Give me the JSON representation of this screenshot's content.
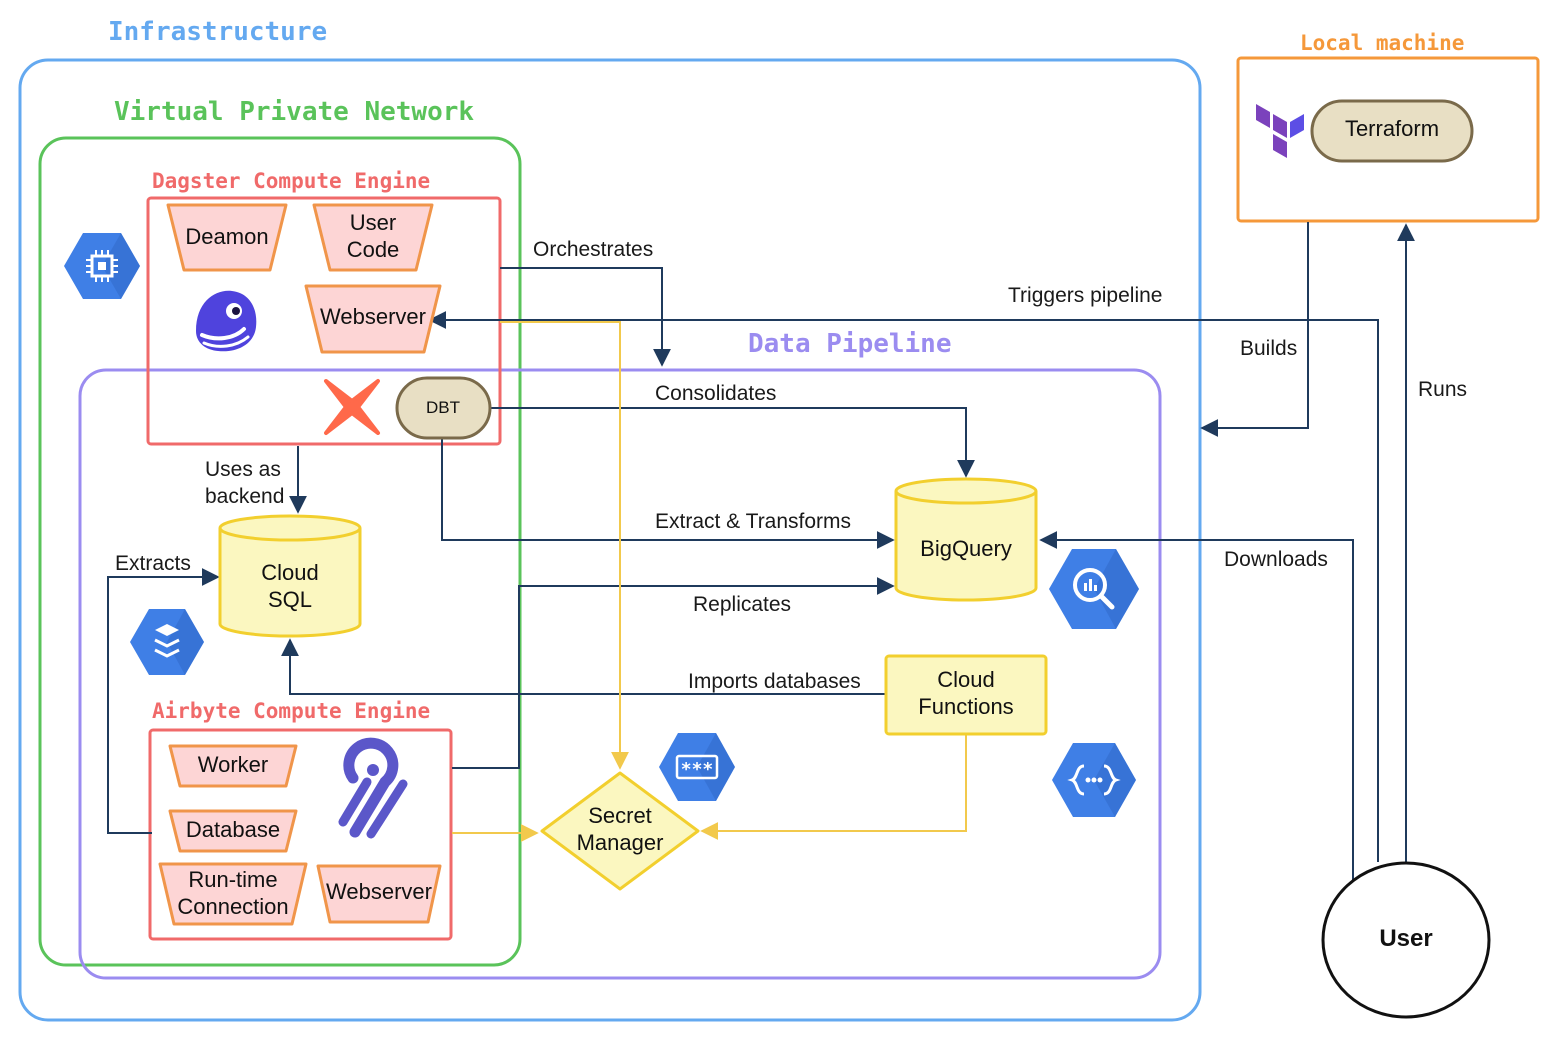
{
  "colors": {
    "infrastructure": "#64a9f0",
    "vpn": "#5ac35a",
    "dagster": "#f06a6a",
    "pipeline": "#9b8cf0",
    "local": "#f5983a",
    "edge": "#1f3a5c",
    "secret_edge": "#f2c94c",
    "pink_fill": "#fdd5d5",
    "pink_stroke": "#f0954a",
    "yellow_fill": "#fbf7c0",
    "yellow_stroke": "#f2cf2e",
    "tan_fill": "#e8dfc4",
    "tan_stroke": "#7a6a4a",
    "gcp_blue": "#3f7fe6"
  },
  "groups": {
    "infrastructure": "Infrastructure",
    "vpn": "Virtual Private Network",
    "dagster": "Dagster Compute Engine",
    "pipeline": "Data Pipeline",
    "airbyte": "Airbyte Compute Engine",
    "local": "Local machine"
  },
  "nodes": {
    "deamon": "Deamon",
    "user_code_1": "User",
    "user_code_2": "Code",
    "dagster_webserver": "Webserver",
    "dbt": "DBT",
    "cloud_sql_1": "Cloud",
    "cloud_sql_2": "SQL",
    "bigquery": "BigQuery",
    "cloud_functions_1": "Cloud",
    "cloud_functions_2": "Functions",
    "secret_1": "Secret",
    "secret_2": "Manager",
    "worker": "Worker",
    "database": "Database",
    "runtime_1": "Run-time",
    "runtime_2": "Connection",
    "airbyte_webserver": "Webserver",
    "terraform": "Terraform",
    "user": "User"
  },
  "edges": {
    "orchestrates": "Orchestrates",
    "triggers": "Triggers pipeline",
    "builds": "Builds",
    "runs": "Runs",
    "consolidates": "Consolidates",
    "uses_as_1": "Uses as",
    "uses_as_2": "backend",
    "extract_transforms": "Extract & Transforms",
    "downloads": "Downloads",
    "extracts": "Extracts",
    "replicates": "Replicates",
    "imports": "Imports databases"
  },
  "icons": [
    "compute-engine-icon",
    "dagster-logo-icon",
    "dbt-logo-icon",
    "firestore-icon",
    "bigquery-icon",
    "secret-manager-icon",
    "cloud-functions-icon",
    "airbyte-logo-icon",
    "terraform-logo-icon"
  ]
}
